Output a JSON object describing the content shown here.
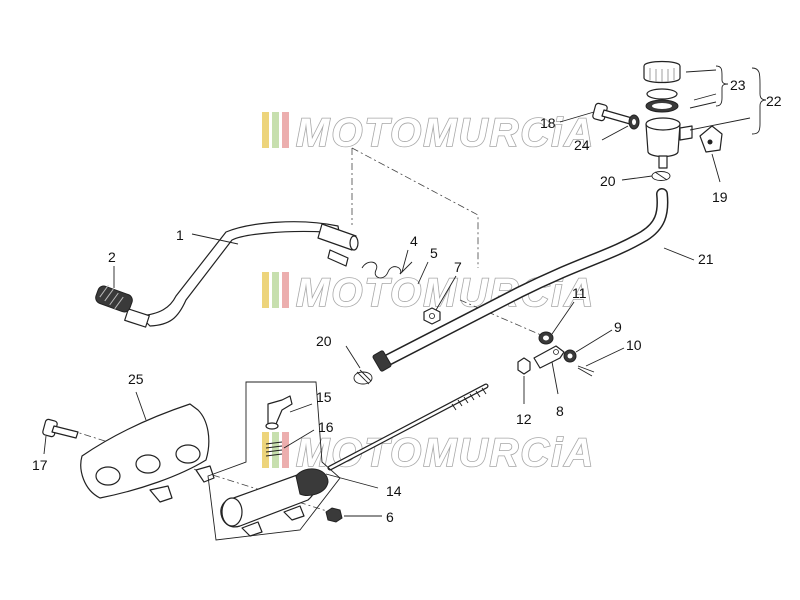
{
  "watermark": {
    "text": "MOTOMURCiA",
    "stripe_colors": [
      "#e8c95a",
      "#b9d79a",
      "#e79a9a"
    ]
  },
  "callouts": {
    "n1": "1",
    "n2": "2",
    "n4": "4",
    "n5": "5",
    "n6": "6",
    "n7": "7",
    "n8": "8",
    "n9": "9",
    "n10": "10",
    "n11": "11",
    "n12": "12",
    "n14": "14",
    "n15": "15",
    "n16": "16",
    "n17": "17",
    "n18": "18",
    "n19": "19",
    "n20a": "20",
    "n20b": "20",
    "n21": "21",
    "n22": "22",
    "n23": "23",
    "n24": "24",
    "n25": "25"
  }
}
